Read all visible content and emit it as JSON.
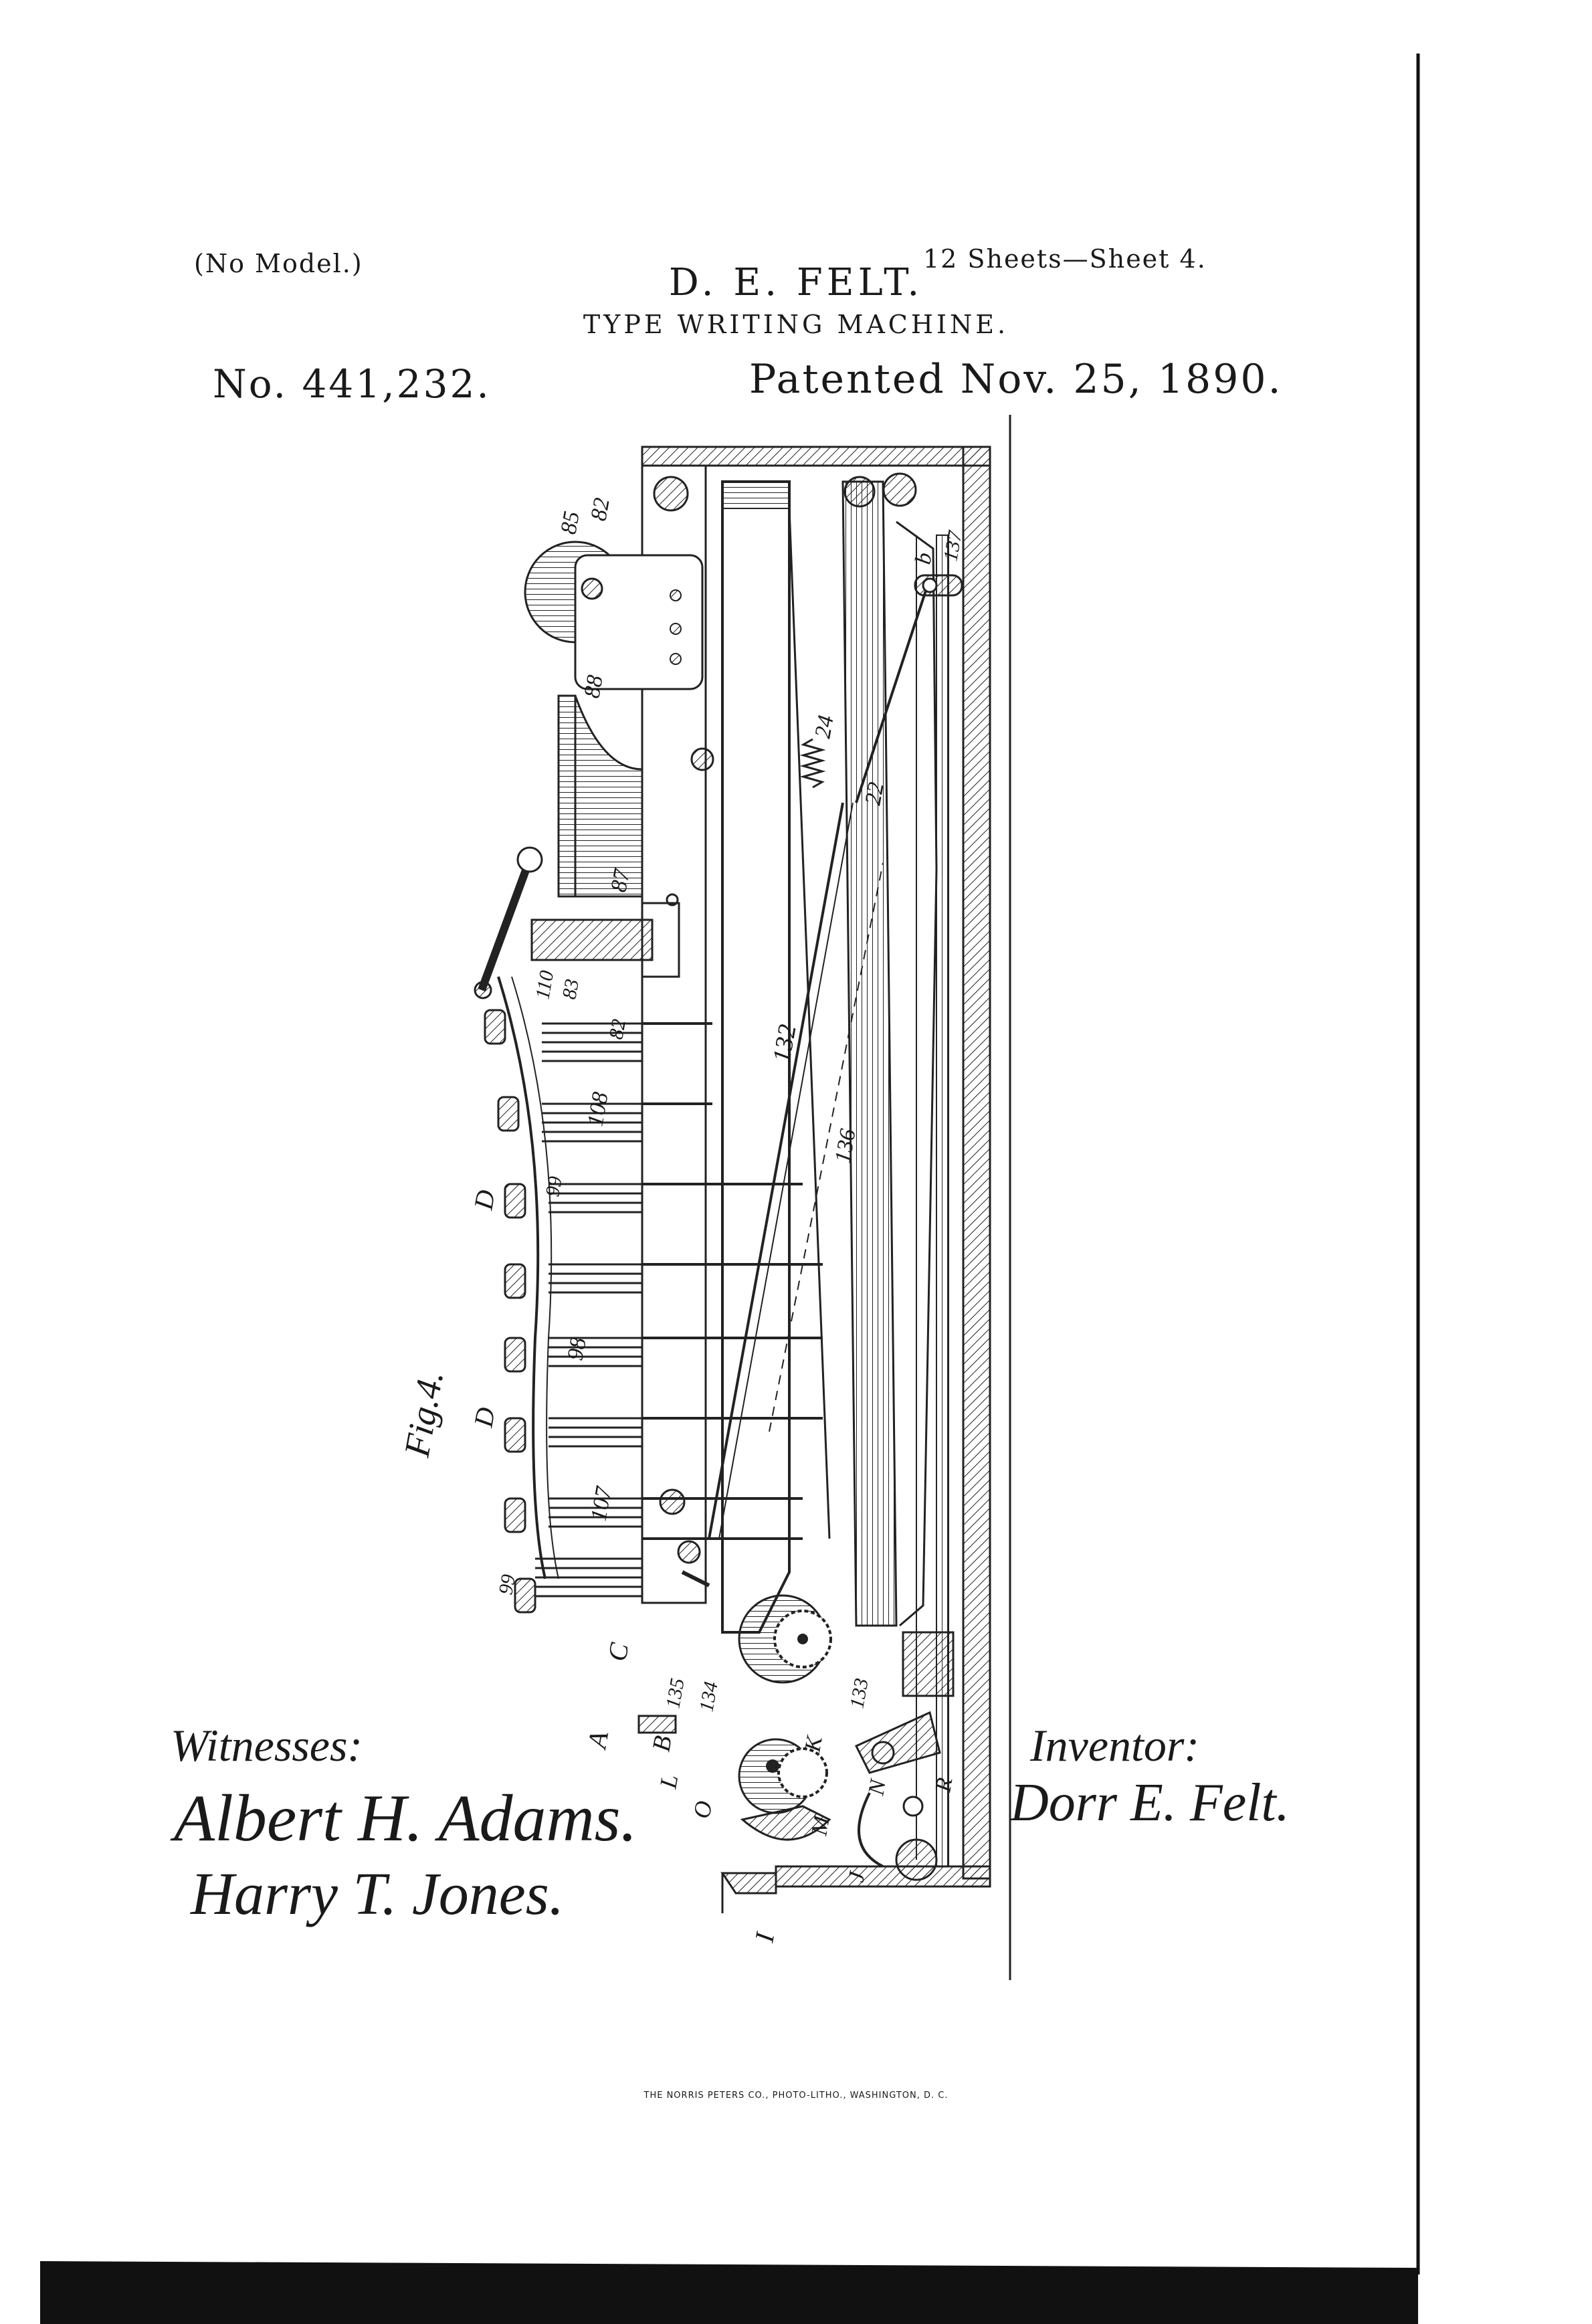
{
  "header": {
    "no_model": "(No Model.)",
    "sheets": "12 Sheets—Sheet 4.",
    "inventor": "D. E. FELT.",
    "title": "TYPE WRITING MACHINE.",
    "patent_number": "No. 441,232.",
    "patent_date": "Patented Nov. 25, 1890."
  },
  "figure": {
    "label": "Fig.4.",
    "refs": {
      "r85": "85",
      "r82a": "82",
      "r88": "88",
      "r87": "87",
      "r110": "110",
      "r83": "83",
      "r82b": "82",
      "r108": "108",
      "r99a": "99",
      "rDa": "D",
      "r98": "98",
      "rDb": "D",
      "r107": "107",
      "r99b": "99",
      "rC": "C",
      "r135": "135",
      "r134": "134",
      "rB": "B",
      "rA": "A",
      "rL": "L",
      "rO": "O",
      "rI": "I",
      "r132": "132",
      "r136": "136",
      "r24": "24",
      "r22": "22",
      "rb": "b",
      "r137": "137",
      "r133": "133",
      "rK": "K",
      "rN": "N",
      "rM": "M",
      "rJ": "J",
      "rR": "R"
    }
  },
  "signatures": {
    "witnesses_label": "Witnesses:",
    "witness1": "Albert H. Adams.",
    "witness2": "Harry T. Jones.",
    "inventor_label": "Inventor:",
    "inventor_signature": "Dorr E. Felt."
  },
  "footer": {
    "printer": "THE NORRIS PETERS CO., PHOTO-LITHO., WASHINGTON, D. C."
  }
}
